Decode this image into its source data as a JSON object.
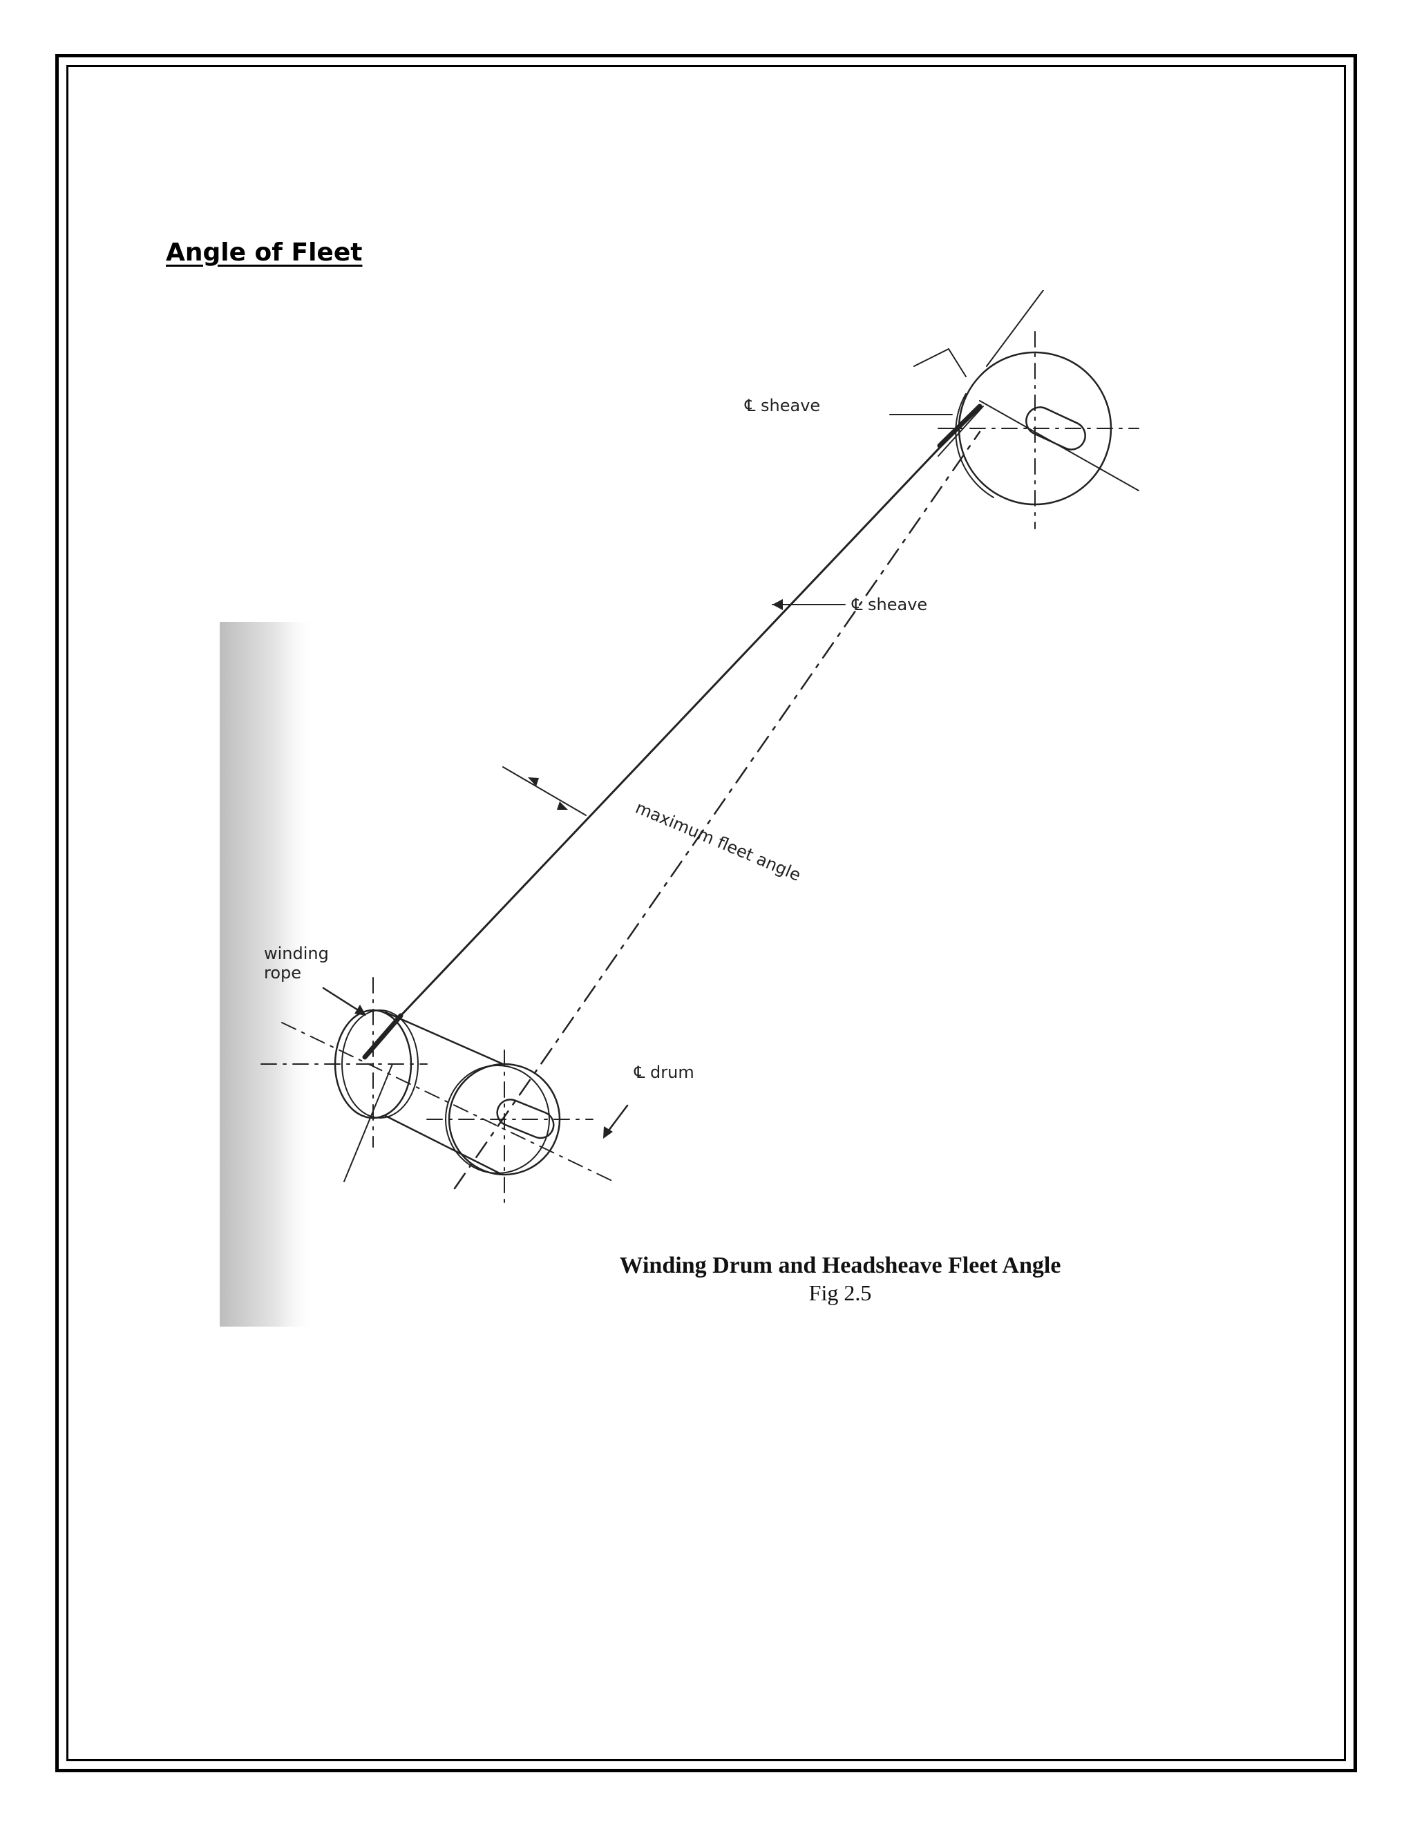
{
  "page": {
    "heading": "Angle of Fleet"
  },
  "figure": {
    "labels": {
      "sheave_top": "℄ sheave",
      "sheave_mid": "℄ sheave",
      "max_fleet_angle": "maximum fleet angle",
      "winding_rope_line1": "winding",
      "winding_rope_line2": "rope",
      "drum": "℄ drum"
    },
    "caption": {
      "title": "Winding Drum and Headsheave Fleet Angle",
      "fig": "Fig 2.5"
    }
  }
}
